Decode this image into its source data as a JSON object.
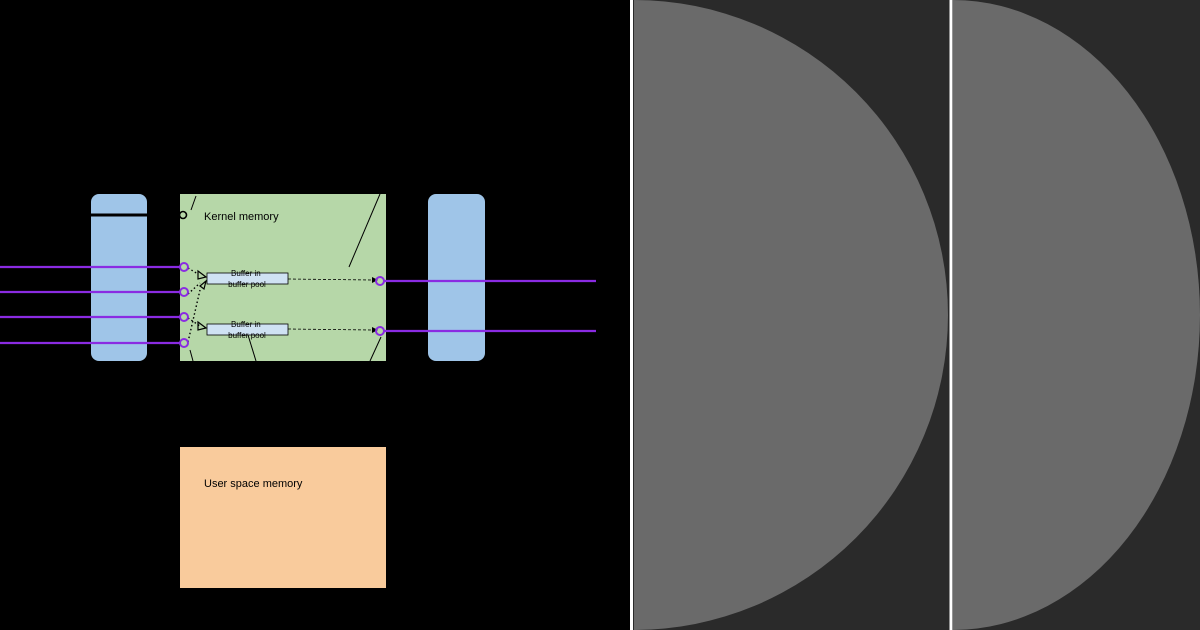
{
  "diagram": {
    "kernel_memory_label": "Kernel memory",
    "user_space_memory_label": "User space memory",
    "buffer_top_label": "Buffer in buffer pool",
    "buffer_bottom_label": "Buffer in buffer pool",
    "buffer_label_lines": [
      "Buffer in",
      "buffer pool"
    ],
    "colors": {
      "background": "#000000",
      "nic": "#9fc5e8",
      "kernel_memory": "#b6d7a8",
      "user_space_memory": "#f9cb9c",
      "buffer": "#cfe2f3",
      "packet_line": "#8a2be2"
    }
  },
  "right_panels": {
    "colors": {
      "panel_background": "#2a2a2a",
      "semicircle": "#6a6a6a",
      "separator": "#ffffff"
    }
  }
}
